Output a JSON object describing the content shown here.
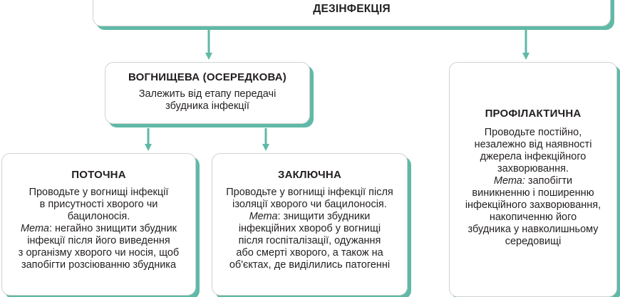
{
  "diagram": {
    "top": {
      "title": "ДЕЗІНФЕКЦІЯ"
    },
    "focal": {
      "title": "ВОГНИЩЕВА (ОСЕРЕДКОВА)",
      "lines": [
        "Залежить від етапу передачі",
        "збудника інфекції"
      ]
    },
    "prophylactic": {
      "title": "ПРОФІЛАКТИЧНА",
      "desc_lines": [
        "Проводьте постійно,",
        "незалежно від наявності",
        "джерела інфекційного",
        "захворювання."
      ],
      "goal_label": "Мета:",
      "goal_first": " запобігти",
      "goal_lines": [
        "виникненню і поширенню",
        "інфекційного захворювання,",
        "накопиченню його",
        "збудника у навколишньому",
        "середовищі"
      ]
    },
    "current": {
      "title": "ПОТОЧНА",
      "desc_lines": [
        "Проводьте у вогнищі інфекції",
        "в присутності хворого чи",
        "бацилоносія."
      ],
      "goal_label": "Мета",
      "goal_first": ": негайно знищити збудник",
      "goal_lines": [
        "інфекції після його виведення",
        "з організму хворого чи носія, щоб",
        "запобігти розсіюванню збудника"
      ]
    },
    "final": {
      "title": "ЗАКЛЮЧНА",
      "desc_lines": [
        "Проводьте у вогнищі інфекції після",
        "ізоляції хворого чи бацилоносія."
      ],
      "goal_label": "Мета",
      "goal_first": ": знищити збудники",
      "goal_lines": [
        "інфекційних хвороб у вогнищі",
        "після госпіталізації, одужання",
        "або смерті хворого, а також на",
        "об'єктах, де виділились патогенні"
      ]
    }
  },
  "colors": {
    "accent": "#5fb9a7",
    "border": "#cfd3d1",
    "text": "#231f20"
  }
}
